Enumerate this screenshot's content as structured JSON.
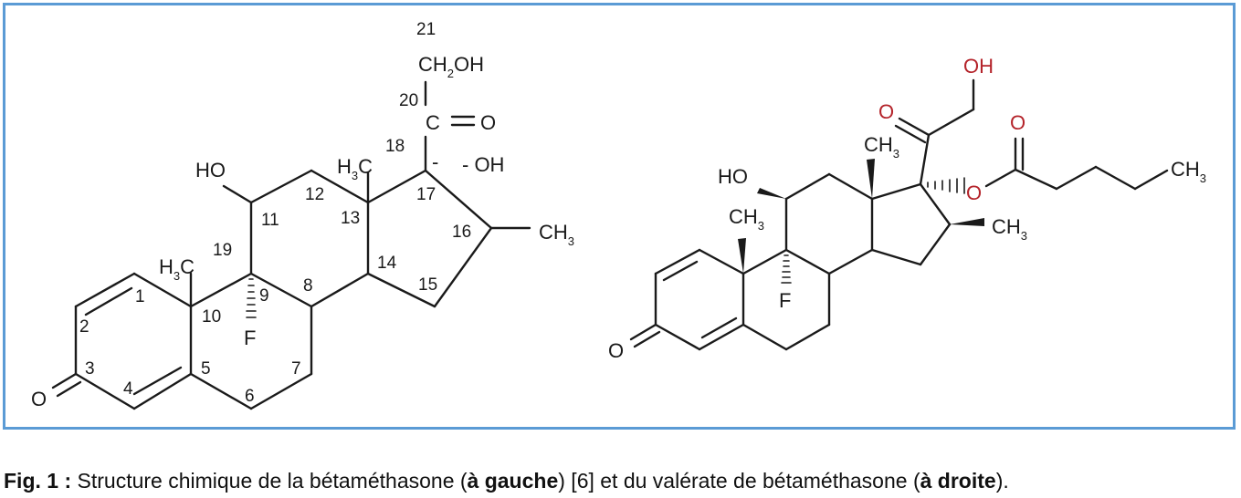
{
  "left": {
    "labels": {
      "ho": "HO",
      "o": "O",
      "f": "F",
      "oh17": "- OH",
      "ch2oh_a": "CH",
      "ch2oh_sub": "2",
      "ch2oh_b": "OH",
      "co_c": "C",
      "co_o": "O",
      "h3c_a": "H",
      "h3c_sub": "3",
      "h3c_b": "C",
      "ch3": "CH",
      "ch3_sub": "3"
    },
    "numbers": [
      "1",
      "2",
      "3",
      "4",
      "5",
      "6",
      "7",
      "8",
      "9",
      "10",
      "11",
      "12",
      "13",
      "14",
      "15",
      "16",
      "17",
      "18",
      "19",
      "20",
      "21"
    ]
  },
  "right": {
    "labels": {
      "oh": "OH",
      "o_ketone": "O",
      "o_ester": "O",
      "o_carbonyl": "O",
      "ch3_chain": "CH",
      "ch3_chain_sub": "3",
      "ho": "HO",
      "ch3_13": "CH",
      "ch3_13_sub": "3",
      "ch3_10": "CH",
      "ch3_10_sub": "3",
      "ch3_16": "CH",
      "ch3_16_sub": "3",
      "f": "F",
      "o3": "O"
    },
    "colors": {
      "heteroatom_red": "#b4232a"
    }
  },
  "caption": {
    "fig": "Fig. 1 :",
    "part1": " Structure chimique de la bétaméthasone (",
    "bold1": "à gauche",
    "part2": ") [6] et du valérate de bétaméthasone (",
    "bold2": "à droite",
    "part3": ")."
  },
  "colors": {
    "frame": "#5b9bd5",
    "ink": "#1a1a1a"
  }
}
